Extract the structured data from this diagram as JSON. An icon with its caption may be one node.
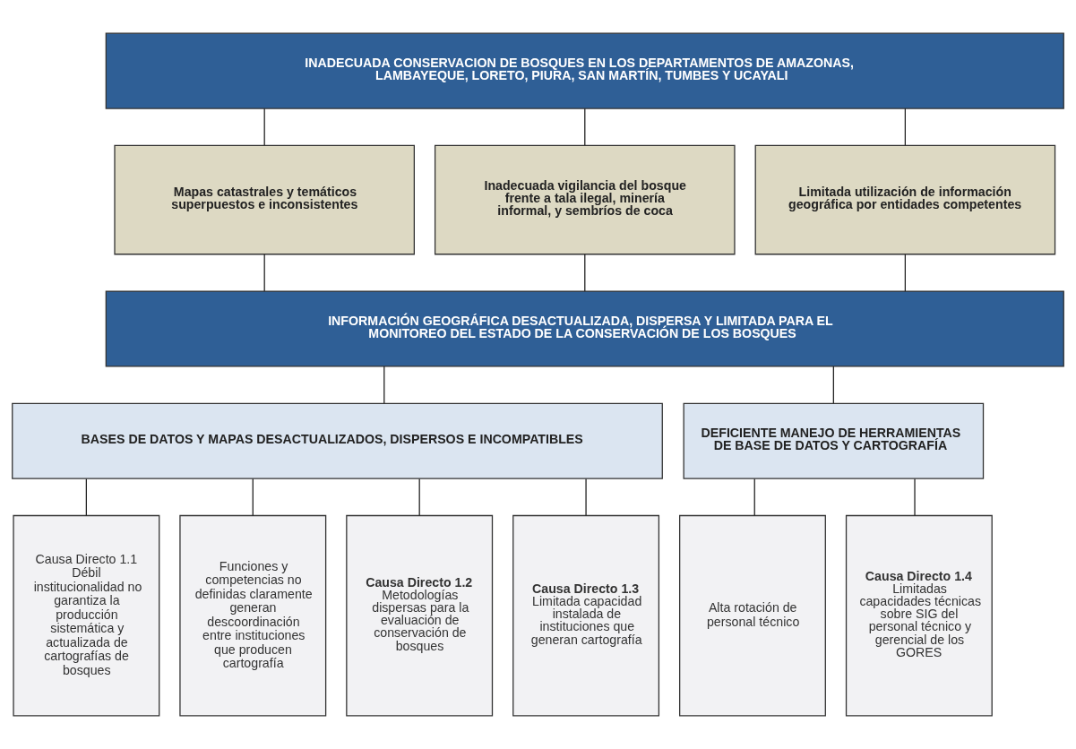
{
  "diagram": {
    "nodes": [
      {
        "text": [
          "INADECUADA CONSERVACION DE BOSQUES EN LOS DEPARTAMENTOS DE AMAZONAS, LAMBAYEQUE, LORETO, PIURA, SAN MARTÍN, TUMBES Y UCAYALI"
        ]
      },
      {
        "text": [
          "Mapas catastrales y temáticos superpuestos e inconsistentes"
        ]
      },
      {
        "text": [
          "Inadecuada vigilancia del bosque frente a tala ilegal, minería informal, y sembríos de coca"
        ]
      },
      {
        "text": [
          "Limitada utilización de información geográfica por entidades competentes"
        ]
      },
      {
        "text": [
          "INFORMACIÓN GEOGRÁFICA DESACTUALIZADA, DISPERSA Y LIMITADA PARA EL MONITOREO DEL ESTADO DE LA CONSERVACIÓN DE LOS BOSQUES"
        ]
      },
      {
        "text": [
          "BASES DE DATOS Y MAPAS DESACTUALIZADOS, DISPERSOS E INCOMPATIBLES"
        ]
      },
      {
        "text": [
          "DEFICIENTE MANEJO DE HERRAMIENTAS DE BASE DE DATOS Y CARTOGRAFÍA"
        ]
      },
      {
        "text": [
          "Causa Directo 1.1",
          "Débil institucionalidad no garantiza la producción sistemática y actualizada de cartografías de bosques"
        ]
      },
      {
        "text": [
          "Funciones y competencias no definidas claramente generan descoordinación entre instituciones que producen cartografía"
        ]
      },
      {
        "text": [
          "Causa Directo 1.2",
          "Metodologías dispersas para la evaluación de conservación de bosques"
        ]
      },
      {
        "text": [
          "Causa Directo 1.3",
          "Limitada capacidad instalada de instituciones que generan cartografía"
        ]
      },
      {
        "text": [
          "Alta rotación de personal técnico"
        ]
      },
      {
        "text": [
          "Causa Directo 1.4",
          "Limitadas capacidades técnicas sobre SIG del personal técnico y gerencial de los GORES"
        ]
      }
    ],
    "edges": [
      {
        "from": 0,
        "to": 1,
        "arrow": "none"
      },
      {
        "from": 0,
        "to": 2,
        "arrow": "none"
      },
      {
        "from": 0,
        "to": 3,
        "arrow": "none"
      },
      {
        "from": 1,
        "to": 4,
        "arrow": "none"
      },
      {
        "from": 2,
        "to": 4,
        "arrow": "none"
      },
      {
        "from": 3,
        "to": 4,
        "arrow": "none"
      },
      {
        "from": 4,
        "to": 5,
        "arrow": "none"
      },
      {
        "from": 4,
        "to": 6,
        "arrow": "none"
      },
      {
        "from": 5,
        "to": 7,
        "arrow": "none"
      },
      {
        "from": 5,
        "to": 8,
        "arrow": "none"
      },
      {
        "from": 5,
        "to": 9,
        "arrow": "none"
      },
      {
        "from": 5,
        "to": 10,
        "arrow": "none"
      },
      {
        "from": 6,
        "to": 11,
        "arrow": "none"
      },
      {
        "from": 6,
        "to": 12,
        "arrow": "none"
      }
    ]
  }
}
